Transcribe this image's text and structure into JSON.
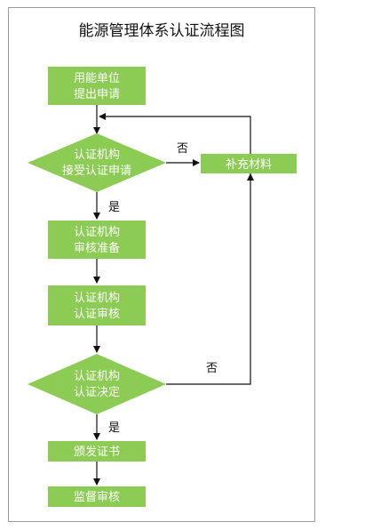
{
  "title": "能源管理体系认证流程图",
  "colors": {
    "node_fill": "#8ccc55",
    "node_text": "#ffffff",
    "line": "#111111"
  },
  "nodes": {
    "apply": {
      "line1": "用能单位",
      "line2": "提出申请"
    },
    "accept": {
      "line1": "认证机构",
      "line2": "接受认证申请"
    },
    "prepare": {
      "line1": "认证机构",
      "line2": "审核准备"
    },
    "audit": {
      "line1": "认证机构",
      "line2": "认证审核"
    },
    "decide": {
      "line1": "认证机构",
      "line2": "认证决定"
    },
    "issue": {
      "label": "颁发证书"
    },
    "monitor": {
      "label": "监督审核"
    },
    "supplement": {
      "label": "补充材料"
    }
  },
  "edges": {
    "yes1": "是",
    "yes2": "是",
    "no1": "否",
    "no2": "否"
  }
}
